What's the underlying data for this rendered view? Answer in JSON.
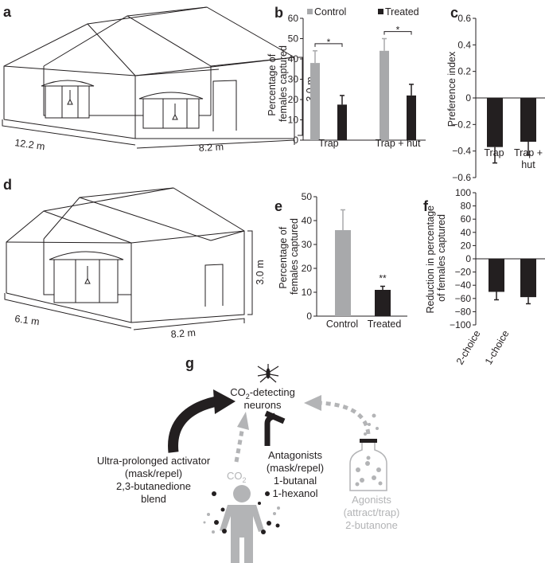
{
  "panel_labels": {
    "a": "a",
    "b": "b",
    "c": "c",
    "d": "d",
    "e": "e",
    "f": "f",
    "g": "g"
  },
  "colors": {
    "control": "#a8a9ab",
    "treated": "#231f20",
    "faded": "#b3b4b6"
  },
  "panel_a": {
    "width_label": "12.2 m",
    "depth_label": "8.2 m",
    "height_label": "3.0 m"
  },
  "panel_d": {
    "width_label": "6.1 m",
    "depth_label": "8.2 m",
    "height_label": "3.0 m"
  },
  "chart_data": [
    {
      "panel": "b",
      "type": "bar",
      "categories": [
        "Trap",
        "Trap + hut"
      ],
      "series": [
        {
          "name": "Control",
          "values": [
            38,
            44
          ],
          "errors": [
            6,
            6
          ]
        },
        {
          "name": "Treated",
          "values": [
            17.5,
            22
          ],
          "errors": [
            4.5,
            5.5
          ]
        }
      ],
      "ylabel": "Percentage of females captured",
      "ylim": [
        0,
        60
      ],
      "yticks": [
        "0",
        "10",
        "20",
        "30",
        "40",
        "50",
        "60"
      ],
      "significance": [
        "*",
        "*"
      ],
      "legend": "top"
    },
    {
      "panel": "c",
      "type": "bar",
      "categories": [
        "Trap",
        "Trap + hut"
      ],
      "values": [
        -0.37,
        -0.33
      ],
      "errors": [
        0.12,
        0.1
      ],
      "ylabel": "Preference index",
      "ylim": [
        -0.6,
        0.6
      ],
      "yticks": [
        "0.6",
        "0.4",
        "0.2",
        "0",
        "−0.2",
        "−0.4",
        "−0.6"
      ]
    },
    {
      "panel": "e",
      "type": "bar",
      "categories": [
        "Control",
        "Treated"
      ],
      "values": [
        36,
        11
      ],
      "errors": [
        8.5,
        1.5
      ],
      "ylabel": "Percentage of females captured",
      "ylim": [
        0,
        50
      ],
      "yticks": [
        "0",
        "10",
        "20",
        "30",
        "40",
        "50"
      ],
      "significance": "**"
    },
    {
      "panel": "f",
      "type": "bar",
      "categories": [
        "2-choice",
        "1-choice"
      ],
      "values": [
        -50,
        -58
      ],
      "errors": [
        12,
        10
      ],
      "ylabel": "Reduction in percentage of females captured",
      "ylim": [
        -100,
        100
      ],
      "yticks": [
        "100",
        "80",
        "60",
        "40",
        "20",
        "0",
        "−20",
        "−40",
        "−60",
        "−80",
        "−100"
      ]
    }
  ],
  "panel_g": {
    "center_label_pre": "CO",
    "center_label_sub": "2",
    "center_label_post": "-detecting",
    "center_label_line2": "neurons",
    "activator": [
      "Ultra-prolonged activator",
      "(mask/repel)",
      "2,3-butanedione",
      "blend"
    ],
    "co2_pre": "CO",
    "co2_sub": "2",
    "antagonists": [
      "Antagonists",
      "(mask/repel)",
      "1-butanal",
      "1-hexanol"
    ],
    "agonists": [
      "Agonists",
      "(attract/trap)",
      "2-butanone"
    ]
  }
}
